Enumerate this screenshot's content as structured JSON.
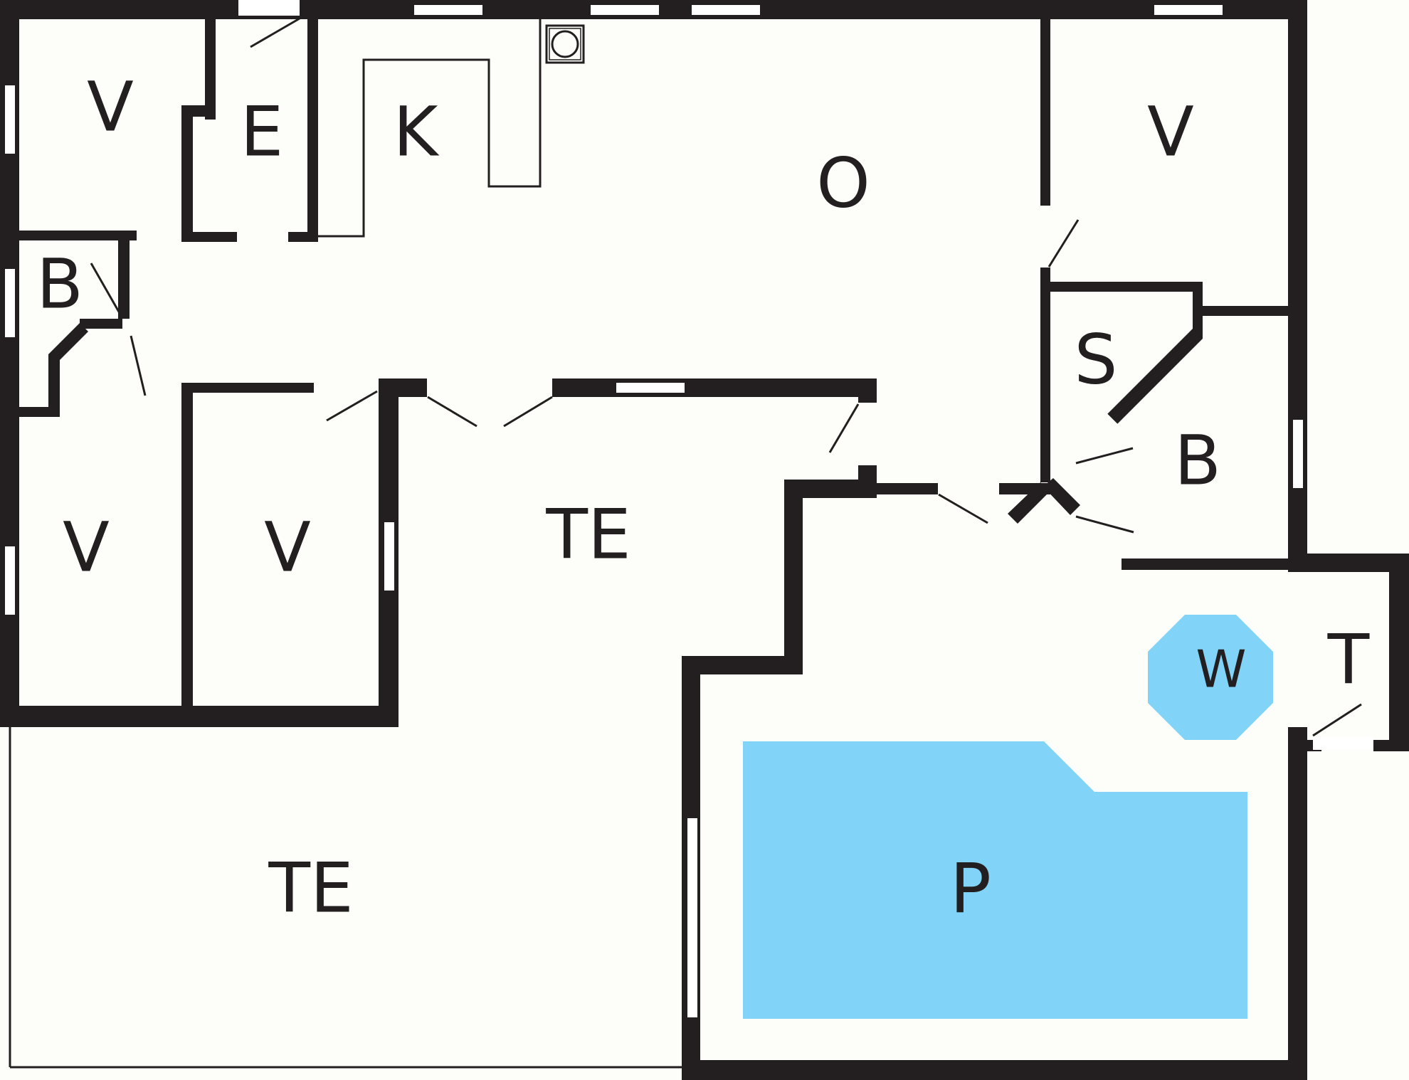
{
  "colors": {
    "background": "#fdfefa",
    "wall": "#231f20",
    "water": "#81d4f7",
    "window": "#ffffff"
  },
  "rooms": {
    "v_top_left": "V",
    "entrance": "E",
    "kitchen": "K",
    "living": "O",
    "v_top_right": "V",
    "bath_left": "B",
    "storage": "S",
    "bath_right": "B",
    "v_mid_left": "V",
    "v_mid_center": "V",
    "terrace_upper": "TE",
    "terrace_lower": "TE",
    "whirlpool": "W",
    "technical": "T",
    "pool": "P"
  },
  "symbols": {
    "stove": "stove-icon"
  }
}
